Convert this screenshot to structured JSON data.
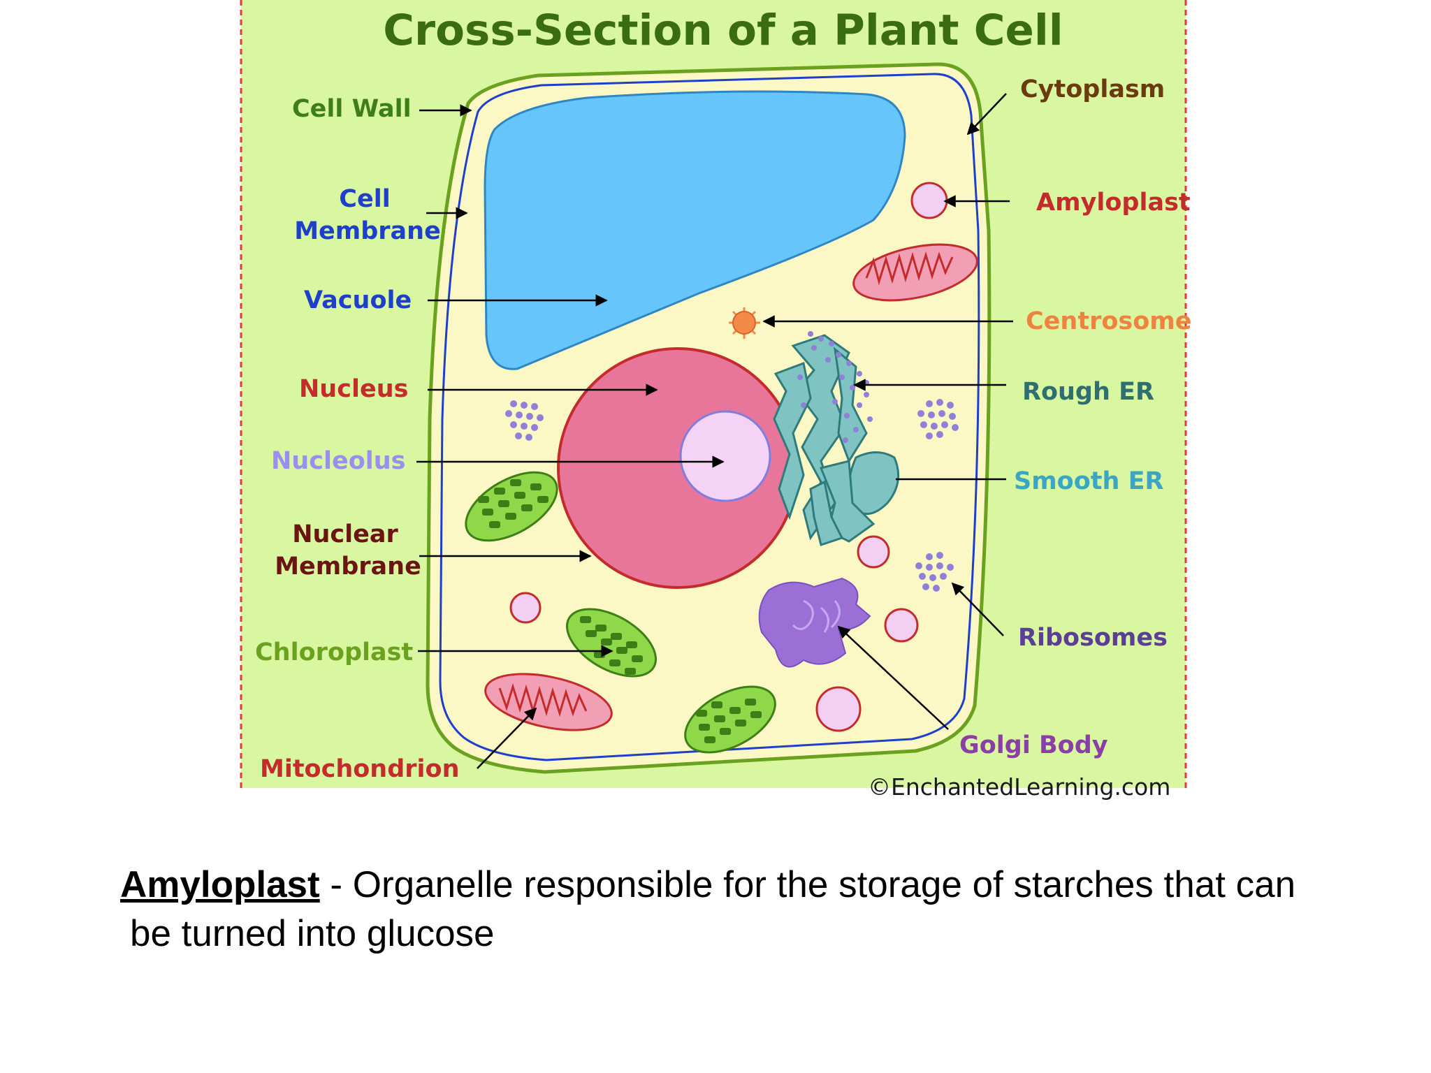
{
  "title": "Cross-Section of a Plant Cell",
  "labels": {
    "cell_wall": "Cell Wall",
    "cell_membrane_1": "Cell",
    "cell_membrane_2": "Membrane",
    "vacuole": "Vacuole",
    "nucleus": "Nucleus",
    "nucleolus": "Nucleolus",
    "nuclear_membrane_1": "Nuclear",
    "nuclear_membrane_2": "Membrane",
    "chloroplast": "Chloroplast",
    "mitochondrion": "Mitochondrion",
    "cytoplasm": "Cytoplasm",
    "amyloplast": "Amyloplast",
    "centrosome": "Centrosome",
    "rough_er": "Rough ER",
    "smooth_er": "Smooth ER",
    "ribosomes": "Ribosomes",
    "golgi_body": "Golgi Body"
  },
  "credit": "©EnchantedLearning.com",
  "caption": {
    "term": "Amyloplast",
    "definition_line1": " - Organelle responsible for the storage of starches that can",
    "definition_line2": "be turned into glucose"
  },
  "colors": {
    "panel_bg": "#d9f7a1",
    "cytoplasm": "#fbf8c6",
    "cell_wall": "#6aa11f",
    "cell_membrane": "#1e3fcc",
    "vacuole": "#66c6fb",
    "nucleus": "#e8769b",
    "nucleolus": "#f5d3f7",
    "chloroplast": "#8fd84a",
    "mitochondrion": "#f29eb5",
    "rough_er": "#7fc4c3",
    "golgi": "#9b6fd6",
    "centrosome": "#f48a48",
    "amyloplast": "#f4cff4",
    "dashed_border": "#e03a3a"
  }
}
